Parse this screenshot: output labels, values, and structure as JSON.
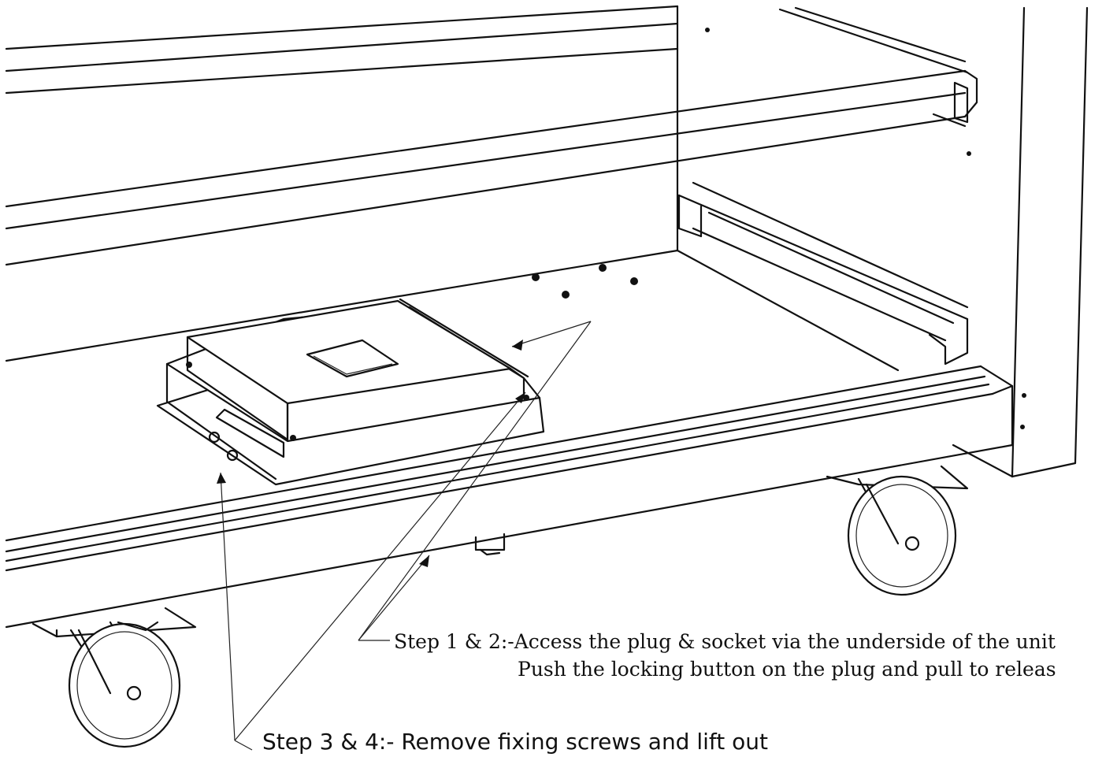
{
  "annotations": {
    "step_1_2_line1": "Step 1 & 2:-Access the plug & socket via the underside of the unit",
    "step_1_2_line2": "Push the locking button on the plug  and pull to releas",
    "step_3_4": "Step 3 & 4:- Remove fixing screws and lift out"
  }
}
